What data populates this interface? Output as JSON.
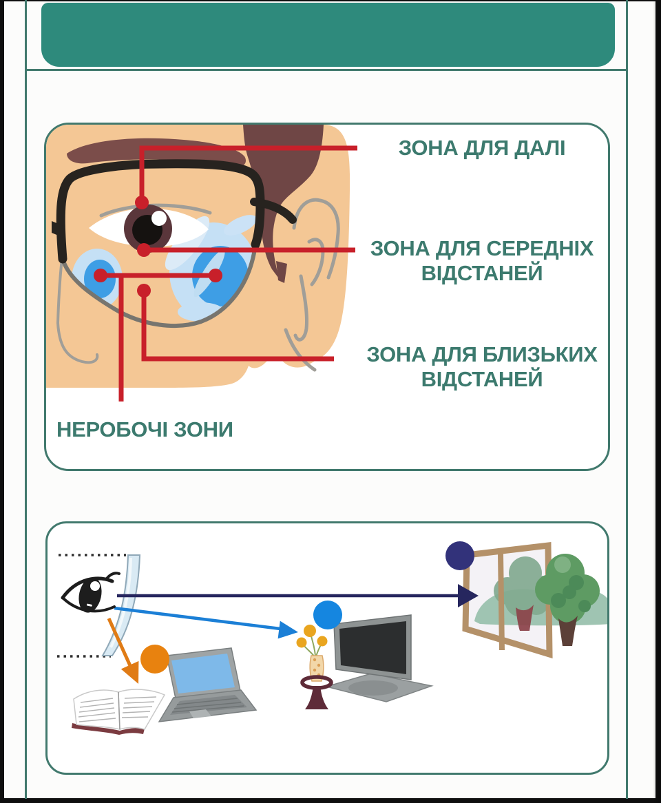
{
  "poster": {
    "zones_card": {
      "labels": [
        {
          "id": "far",
          "lines": [
            "ЗОНА ДЛЯ ДАЛІ"
          ]
        },
        {
          "id": "intermediate",
          "lines": [
            "ЗОНА ДЛЯ СЕРЕДНІХ",
            "ВІДСТАНЕЙ"
          ]
        },
        {
          "id": "near",
          "lines": [
            "ЗОНА ДЛЯ БЛИЗЬКИХ",
            "ВІДСТАНЕЙ"
          ]
        },
        {
          "id": "nonworking",
          "lines": [
            "НЕРОБОЧІ ЗОНИ"
          ]
        }
      ]
    },
    "distances_card": {
      "items": [
        "eye",
        "lens",
        "book",
        "laptop",
        "flower-vase",
        "monitor",
        "window-with-trees"
      ]
    },
    "colors": {
      "teal_border": "#41796d",
      "header_teal": "#2e8a7c",
      "label_text": "#3c7a6e",
      "callout_red": "#c8202a",
      "skin": "#f4c795",
      "hair": "#6f4645",
      "eyebrow": "#7b4d4a",
      "frame_black": "#27231f",
      "gray_line": "#a09e98",
      "zone_light_blue": "#c5e0f5",
      "zone_blue": "#3e9ee5",
      "arrow_far_navy": "#26265e",
      "arrow_mid_blue": "#1b7fd6",
      "arrow_near_orange": "#e07b15",
      "dot_far_navy": "#32327a",
      "dot_mid_blue": "#1586e0",
      "dot_near_orange": "#e8820f",
      "window_frame_tan": "#b49169",
      "tree_green": "#5e9b63",
      "tree_muted": "#82aa90",
      "bush_green": "#9fc4b2",
      "iris_brown": "#5a363b",
      "book_cover": "#7b3b40",
      "laptop_screen": "#7eb9e9",
      "stand_maroon": "#5e2b38"
    }
  }
}
